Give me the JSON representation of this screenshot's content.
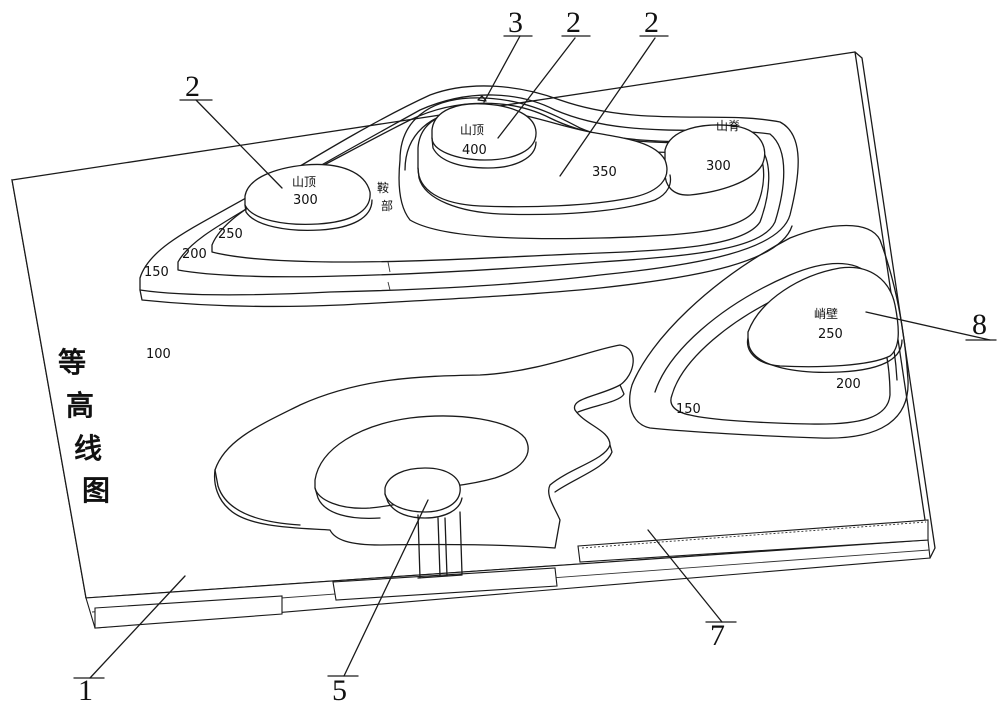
{
  "title_chars": [
    "等",
    "高",
    "线",
    "图"
  ],
  "elevations": {
    "base": "100",
    "left_150": "150",
    "left_200": "200",
    "left_250": "250",
    "left_peak": "300",
    "main_peak": "400",
    "main_350": "350",
    "ridge_300": "300",
    "cliff_250": "250",
    "cliff_200": "200",
    "cliff_150": "150"
  },
  "terms": {
    "summit_left": "山顶",
    "summit_main": "山顶",
    "saddle_1": "鞍",
    "saddle_2": "部",
    "ridge": "山脊",
    "cliff": "峭壁"
  },
  "callouts": {
    "c1": "1",
    "c2a": "2",
    "c2b": "2",
    "c2c": "2",
    "c3": "3",
    "c5": "5",
    "c7": "7",
    "c8": "8"
  }
}
